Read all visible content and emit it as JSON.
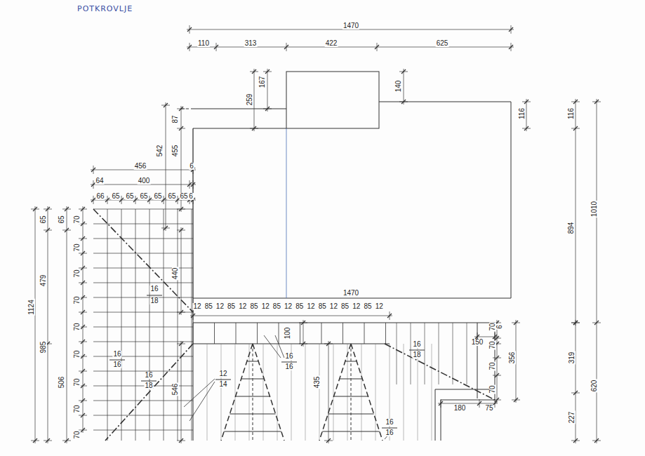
{
  "diagram": {
    "title": "POTKROVLJE",
    "labels": [
      "1470",
      "110",
      "313",
      "422",
      "625",
      "259",
      "167",
      "140",
      "116",
      "116",
      "894",
      "1010",
      "87",
      "542",
      "455",
      "456",
      "6",
      "400",
      "64",
      "66",
      "65",
      "65",
      "65",
      "65",
      "65",
      "65",
      "6",
      "65",
      "65",
      "70",
      "70",
      "70",
      "70",
      "70",
      "70",
      "70",
      "70",
      "70",
      "479",
      "1124",
      "985",
      "506",
      "440",
      "16",
      "18",
      "1470",
      "12",
      "85",
      "12",
      "85",
      "12",
      "85",
      "12",
      "85",
      "12",
      "85",
      "12",
      "85",
      "12",
      "85",
      "12",
      "85",
      "12",
      "100",
      "16",
      "16",
      "16",
      "16",
      "16",
      "18",
      "546",
      "12",
      "14",
      "435",
      "16",
      "18",
      "16",
      "16",
      "150",
      "70",
      "6",
      "70",
      "70",
      "70",
      "356",
      "319",
      "620",
      "227",
      "180",
      "75"
    ]
  }
}
